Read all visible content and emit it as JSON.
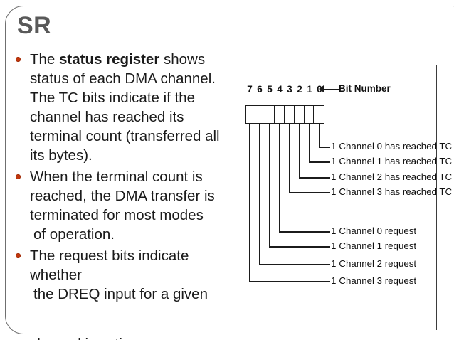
{
  "slide": {
    "title": "SR",
    "title_color": "#595959",
    "bullet_color": "#c0360d",
    "background": "#ffffff"
  },
  "bullets": [
    {
      "id": "bullet-status-register",
      "lead": "The ",
      "bold": "status register",
      "rest": " shows status of each DMA channel. The TC bits indicate if the channel has reached its terminal count (transferred all its bytes)."
    },
    {
      "id": "bullet-terminal-count",
      "line1": "When the terminal count is reached, the DMA transfer is terminated for most modes",
      "line2": "of operation."
    },
    {
      "id": "bullet-request-bits",
      "line1": "The request bits indicate whether",
      "line2": "the DREQ input for a given"
    }
  ],
  "cut_off_line": "channel is active",
  "diagram": {
    "name": "dma-status-register-bit-diagram",
    "bit_number_caption": "Bit Number",
    "bit_numbers": [
      "7",
      "6",
      "5",
      "4",
      "3",
      "2",
      "1",
      "0"
    ],
    "bit_count": 8,
    "legend": [
      {
        "value": "1",
        "text": "Channel 0 has reached TC",
        "bit": 0
      },
      {
        "value": "1",
        "text": "Channel 1 has reached TC",
        "bit": 1
      },
      {
        "value": "1",
        "text": "Channel 2 has reached TC",
        "bit": 2
      },
      {
        "value": "1",
        "text": "Channel 3 has reached TC",
        "bit": 3
      },
      {
        "value": "1",
        "text": "Channel 0 request",
        "bit": 4
      },
      {
        "value": "1",
        "text": "Channel 1 request",
        "bit": 5
      },
      {
        "value": "1",
        "text": "Channel 2 request",
        "bit": 6
      },
      {
        "value": "1",
        "text": "Channel 3 request",
        "bit": 7
      }
    ]
  }
}
